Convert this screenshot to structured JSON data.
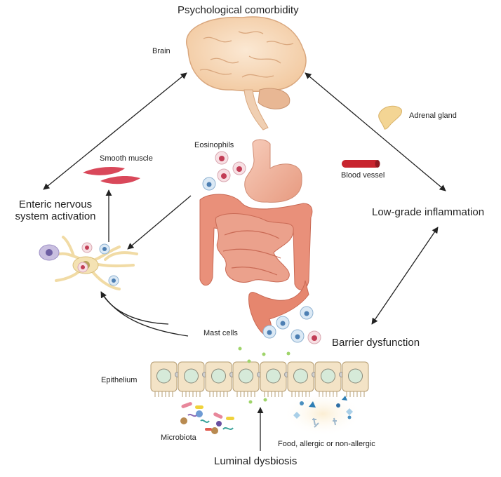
{
  "labels": {
    "psychological_comorbidity": "Psychological comorbidity",
    "brain": "Brain",
    "adrenal_gland": "Adrenal gland",
    "eosinophils": "Eosinophils",
    "smooth_muscle": "Smooth muscle",
    "blood_vessel": "Blood vessel",
    "enteric_nervous_line1": "Enteric nervous",
    "enteric_nervous_line2": "system activation",
    "low_grade_inflammation": "Low-grade inflammation",
    "mast_cells": "Mast cells",
    "barrier_dysfunction": "Barrier dysfunction",
    "epithelium": "Epithelium",
    "microbiota": "Microbiota",
    "food": "Food, allergic or non-allergic",
    "luminal_dysbiosis": "Luminal dysbiosis"
  },
  "colors": {
    "brain": "#f6dcc0",
    "brain_outline": "#d9a77e",
    "gut": "#e9907a",
    "gut_dark": "#c96a55",
    "muscle": "#d9485a",
    "vessel": "#c8242e",
    "epithelium": "#f3e3c6",
    "nucleus": "#d6ead9",
    "arrow": "#222222"
  }
}
